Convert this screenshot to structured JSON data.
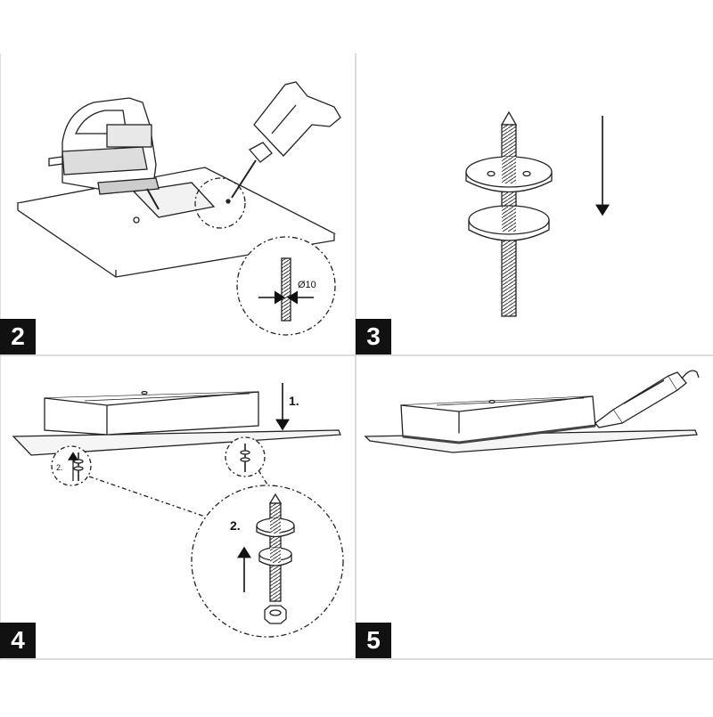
{
  "steps": [
    {
      "number": "2",
      "drill_label": "Ø10"
    },
    {
      "number": "3"
    },
    {
      "number": "4",
      "arrow_step_1": "1.",
      "arrow_step_2": "2.",
      "small_step_2": "2."
    },
    {
      "number": "5"
    }
  ],
  "colors": {
    "line": "#222222",
    "grid": "#bbbbbb",
    "badge": "#111111",
    "fill": "#ffffff"
  }
}
